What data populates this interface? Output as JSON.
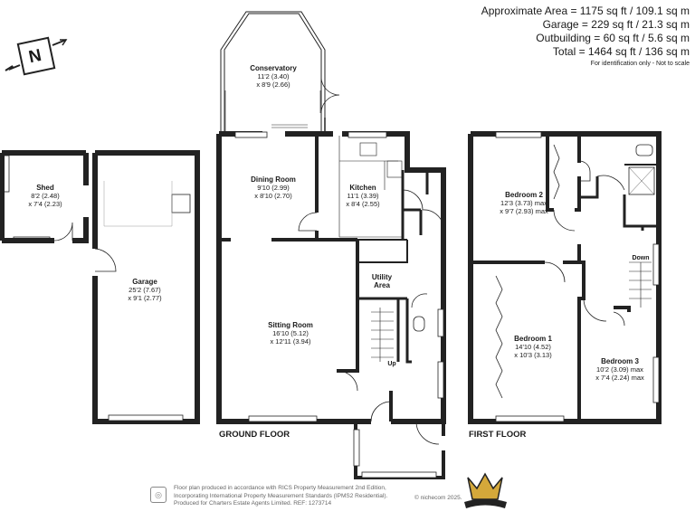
{
  "summary": {
    "approx_area": "Approximate Area = 1175 sq ft / 109.1 sq m",
    "garage": "Garage = 229 sq ft / 21.3 sq m",
    "outbuilding": "Outbuilding = 60 sq ft / 5.6 sq m",
    "total": "Total = 1464 sq ft / 136 sq m",
    "note": "For identification only - Not to scale"
  },
  "compass": {
    "label": "N"
  },
  "rooms": {
    "conservatory": {
      "name": "Conservatory",
      "l1": "11'2 (3.40)",
      "l2": "x 8'9 (2.66)"
    },
    "shed": {
      "name": "Shed",
      "l1": "8'2 (2.48)",
      "l2": "x 7'4 (2.23)"
    },
    "dining": {
      "name": "Dining Room",
      "l1": "9'10 (2.99)",
      "l2": "x 8'10 (2.70)"
    },
    "kitchen": {
      "name": "Kitchen",
      "l1": "11'1 (3.39)",
      "l2": "x 8'4 (2.55)"
    },
    "garage": {
      "name": "Garage",
      "l1": "25'2 (7.67)",
      "l2": "x 9'1 (2.77)"
    },
    "utility": {
      "name1": "Utility",
      "name2": "Area"
    },
    "sitting": {
      "name": "Sitting Room",
      "l1": "16'10 (5.12)",
      "l2": "x 12'11 (3.94)"
    },
    "bedroom2": {
      "name": "Bedroom 2",
      "l1": "12'3 (3.73) max",
      "l2": "x 9'7 (2.93) max"
    },
    "bedroom1": {
      "name": "Bedroom 1",
      "l1": "14'10 (4.52)",
      "l2": "x 10'3 (3.13)"
    },
    "bedroom3": {
      "name": "Bedroom 3",
      "l1": "10'2 (3.09) max",
      "l2": "x 7'4 (2.24) max"
    }
  },
  "labels": {
    "up": "Up",
    "down": "Down",
    "ground_floor": "GROUND FLOOR",
    "first_floor": "FIRST FLOOR"
  },
  "footer": {
    "line1": "Floor plan produced in accordance with RICS Property Measurement 2nd Edition,",
    "line2": "Incorporating International Property Measurement Standards (IPMS2 Residential).",
    "line3": "Produced for Charters Estate Agents Limited.   REF: 1273714",
    "copyright": "© nichecom 2025."
  }
}
